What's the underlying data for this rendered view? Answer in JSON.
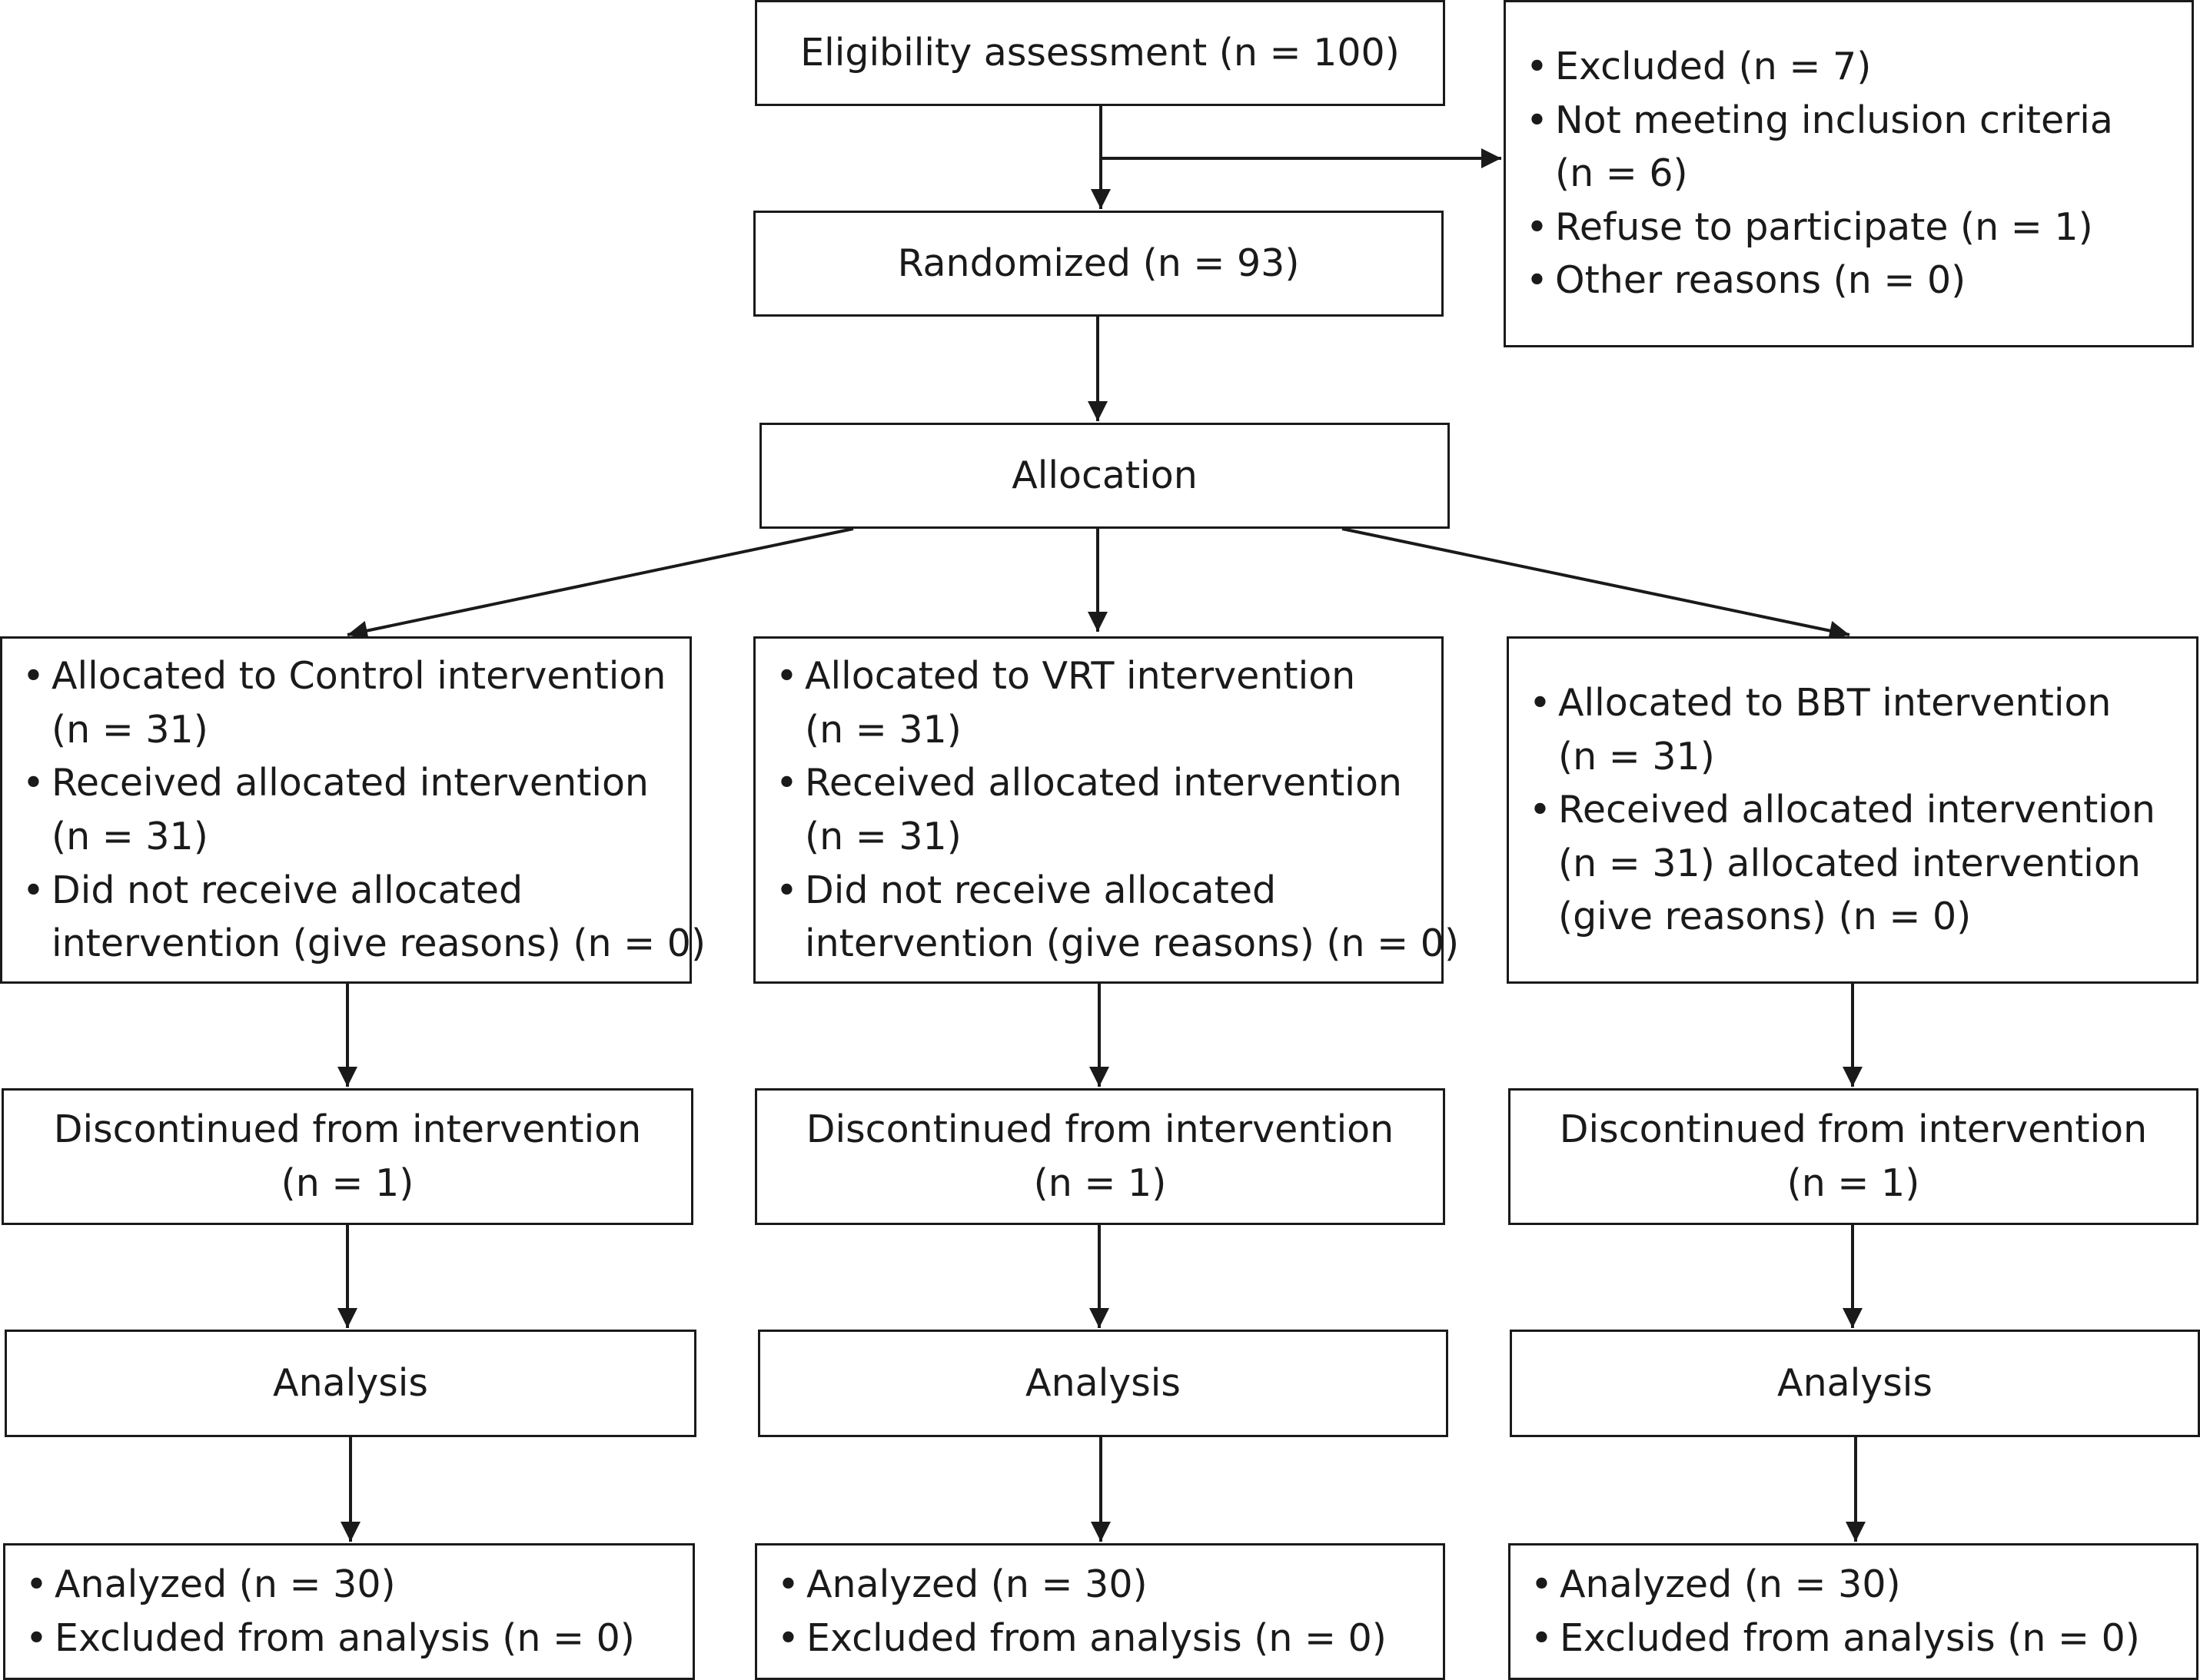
{
  "eligibility": {
    "text": "Eligibility assessment (n = 100)"
  },
  "excluded": {
    "items": [
      [
        "Excluded (n = 7)"
      ],
      [
        "Not meeting inclusion criteria",
        "(n = 6)"
      ],
      [
        "Refuse to participate (n = 1)"
      ],
      [
        "Other reasons (n = 0)"
      ]
    ]
  },
  "randomized": {
    "text": "Randomized (n = 93)"
  },
  "allocation": {
    "text": "Allocation"
  },
  "arms": [
    {
      "allocated": [
        [
          "Allocated to Control intervention",
          "(n = 31)"
        ],
        [
          "Received allocated intervention",
          "(n = 31)"
        ],
        [
          "Did not receive allocated",
          "intervention (give reasons) (n = 0)"
        ]
      ],
      "discontinued": [
        "Discontinued from intervention",
        "(n = 1)"
      ],
      "analysis": "Analysis",
      "analyzed": [
        [
          "Analyzed (n = 30)"
        ],
        [
          "Excluded from analysis (n = 0)"
        ]
      ]
    },
    {
      "allocated": [
        [
          "Allocated to VRT intervention",
          "(n = 31)"
        ],
        [
          "Received allocated intervention",
          "(n = 31)"
        ],
        [
          "Did not receive allocated",
          "intervention (give reasons) (n = 0)"
        ]
      ],
      "discontinued": [
        "Discontinued from intervention",
        "(n = 1)"
      ],
      "analysis": "Analysis",
      "analyzed": [
        [
          "Analyzed (n = 30)"
        ],
        [
          "Excluded from analysis (n = 0)"
        ]
      ]
    },
    {
      "allocated": [
        [
          "Allocated to BBT intervention",
          "(n = 31)"
        ],
        [
          "Received allocated intervention",
          "(n = 31) allocated intervention",
          "(give reasons) (n = 0)"
        ]
      ],
      "discontinued": [
        "Discontinued from intervention",
        "(n = 1)"
      ],
      "analysis": "Analysis",
      "analyzed": [
        [
          "Analyzed (n = 30)"
        ],
        [
          "Excluded from analysis (n = 0)"
        ]
      ]
    }
  ]
}
